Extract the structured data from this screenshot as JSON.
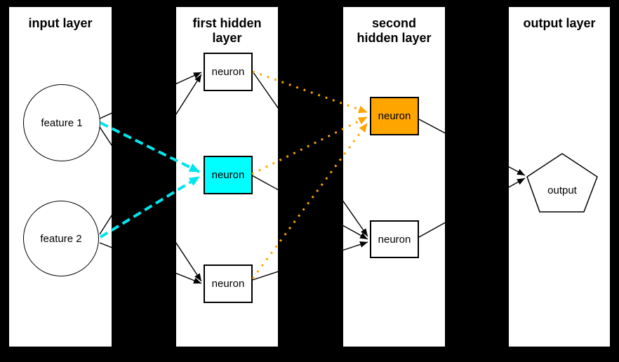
{
  "colors": {
    "background": "#000000",
    "panel": "#ffffff",
    "text": "#000000",
    "edge": "#000000",
    "cyan_highlight": "#00ffff",
    "cyan_edge": "#00e5ee",
    "orange_highlight": "#ffa500",
    "orange_edge": "#ffa500"
  },
  "layers": [
    {
      "title_lines": [
        "input layer"
      ],
      "nodes": [
        {
          "label": "feature 1",
          "shape": "circle",
          "fill": "white"
        },
        {
          "label": "feature 2",
          "shape": "circle",
          "fill": "white"
        }
      ]
    },
    {
      "title_lines": [
        "first hidden",
        "layer"
      ],
      "nodes": [
        {
          "label": "neuron",
          "shape": "rect",
          "fill": "white"
        },
        {
          "label": "neuron",
          "shape": "rect",
          "fill": "cyan"
        },
        {
          "label": "neuron",
          "shape": "rect",
          "fill": "white"
        }
      ]
    },
    {
      "title_lines": [
        "second",
        "hidden layer"
      ],
      "nodes": [
        {
          "label": "neuron",
          "shape": "rect",
          "fill": "orange"
        },
        {
          "label": "neuron",
          "shape": "rect",
          "fill": "white"
        }
      ]
    },
    {
      "title_lines": [
        "output layer"
      ],
      "nodes": [
        {
          "label": "output",
          "shape": "pentagon",
          "fill": "white"
        }
      ]
    }
  ],
  "edges": [
    {
      "from": "feature 1",
      "to": "first hidden neuron 1",
      "style": "solid",
      "color": "black"
    },
    {
      "from": "feature 1",
      "to": "first hidden neuron 2 (cyan)",
      "style": "dashed",
      "color": "cyan"
    },
    {
      "from": "feature 1",
      "to": "first hidden neuron 3",
      "style": "solid",
      "color": "black"
    },
    {
      "from": "feature 2",
      "to": "first hidden neuron 1",
      "style": "solid",
      "color": "black"
    },
    {
      "from": "feature 2",
      "to": "first hidden neuron 2 (cyan)",
      "style": "dashed",
      "color": "cyan"
    },
    {
      "from": "feature 2",
      "to": "first hidden neuron 3",
      "style": "solid",
      "color": "black"
    },
    {
      "from": "first hidden neuron 1",
      "to": "second hidden neuron 1 (orange)",
      "style": "dotted",
      "color": "orange"
    },
    {
      "from": "first hidden neuron 1",
      "to": "second hidden neuron 2",
      "style": "solid",
      "color": "black"
    },
    {
      "from": "first hidden neuron 2 (cyan)",
      "to": "second hidden neuron 1 (orange)",
      "style": "dotted",
      "color": "orange"
    },
    {
      "from": "first hidden neuron 2 (cyan)",
      "to": "second hidden neuron 2",
      "style": "solid",
      "color": "black"
    },
    {
      "from": "first hidden neuron 3",
      "to": "second hidden neuron 1 (orange)",
      "style": "dotted",
      "color": "orange"
    },
    {
      "from": "first hidden neuron 3",
      "to": "second hidden neuron 2",
      "style": "solid",
      "color": "black"
    },
    {
      "from": "second hidden neuron 1 (orange)",
      "to": "output",
      "style": "solid",
      "color": "black"
    },
    {
      "from": "second hidden neuron 2",
      "to": "output",
      "style": "solid",
      "color": "black"
    }
  ]
}
